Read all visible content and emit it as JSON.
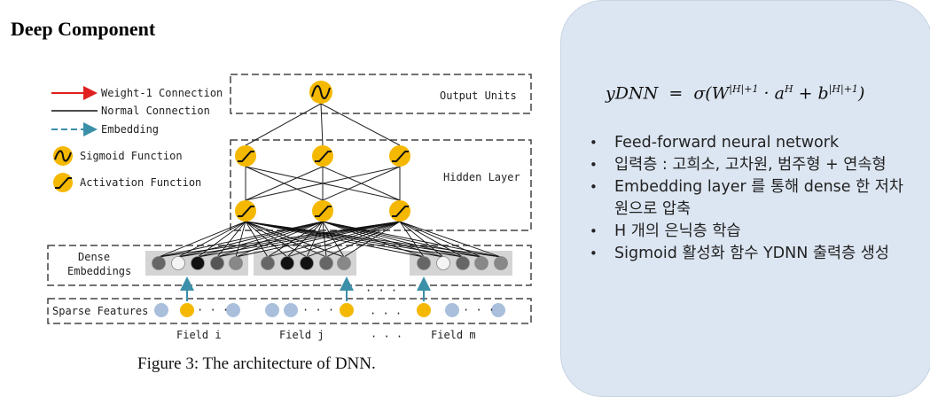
{
  "heading": "Deep Component",
  "legend": {
    "weight": "Weight-1 Connection",
    "normal": "Normal Connection",
    "embedding": "Embedding",
    "sigmoid": "Sigmoid Function",
    "activation": "Activation Function"
  },
  "layers": {
    "output": "Output Units",
    "hidden": "Hidden Layer",
    "dense_line1": "Dense",
    "dense_line2": "Embeddings",
    "sparse": "Sparse Features"
  },
  "fields": [
    "Field i",
    "Field j",
    "Field m"
  ],
  "dots": "· · ·",
  "caption": "Figure 3: The architecture of DNN.",
  "colors": {
    "node_yellow": "#f5b800",
    "sparse_blue": "#a9bfdc",
    "arrow_teal": "#3b8fa8",
    "panel_bg": "#dce6f2"
  },
  "formula": {
    "lhs": "yDNN",
    "eq": "=",
    "sigma": "σ(W",
    "sup1": "|H|+1",
    "mid": " · a",
    "sup2": "H",
    "plus": " + b",
    "sup3": "|H|+1",
    "close": ")"
  },
  "bullets": [
    "Feed-forward neural network",
    "입력층 : 고희소, 고차원, 범주형 + 연속형",
    "Embedding layer 를 통해 dense 한 저차원으로 압축",
    "H 개의 은닉층 학습",
    "Sigmoid 활성화 함수 YDNN 출력층 생성"
  ]
}
